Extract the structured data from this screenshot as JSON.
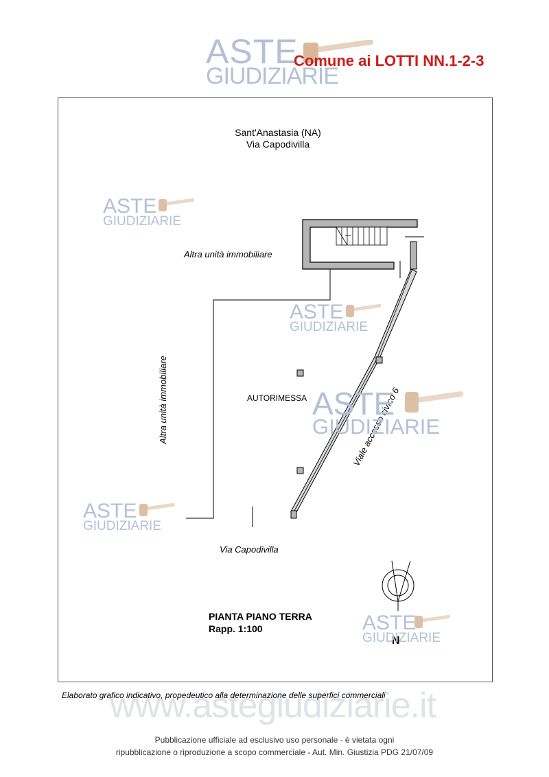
{
  "header": {
    "title": "Comune ai LOTTI NN.1-2-3"
  },
  "watermark": {
    "word1": "ASTE",
    "word2": "GIUDIZIARIE",
    "site": "www.astegiudiziarie.it",
    "color": "#b3c0d6"
  },
  "plan": {
    "location_line1": "Sant'Anastasia (NA)",
    "location_line2": "Via Capodivilla",
    "other_unit_top": "Altra unità immobiliare",
    "other_unit_left": "Altra unità immobiliare",
    "garage": "AUTORIMESSA",
    "access_road": "Viale accesso civico 6",
    "street": "Via Capodivilla",
    "plan_title": "PIANTA PIANO TERRA",
    "scale": "Rapp. 1:100",
    "north": "N"
  },
  "footer": {
    "note": "Elaborato grafico indicativo, propedeutico alla determinazione delle superfici commerciali",
    "pub_line1": "Pubblicazione ufficiale ad esclusivo uso personale - è vietata ogni",
    "pub_line2": "ripubblicazione o riproduzione a scopo commerciale - Aut. Min. Giustizia PDG 21/07/09"
  },
  "colors": {
    "title_red": "#d11a1a",
    "wall_fill": "#b5b5b5"
  }
}
